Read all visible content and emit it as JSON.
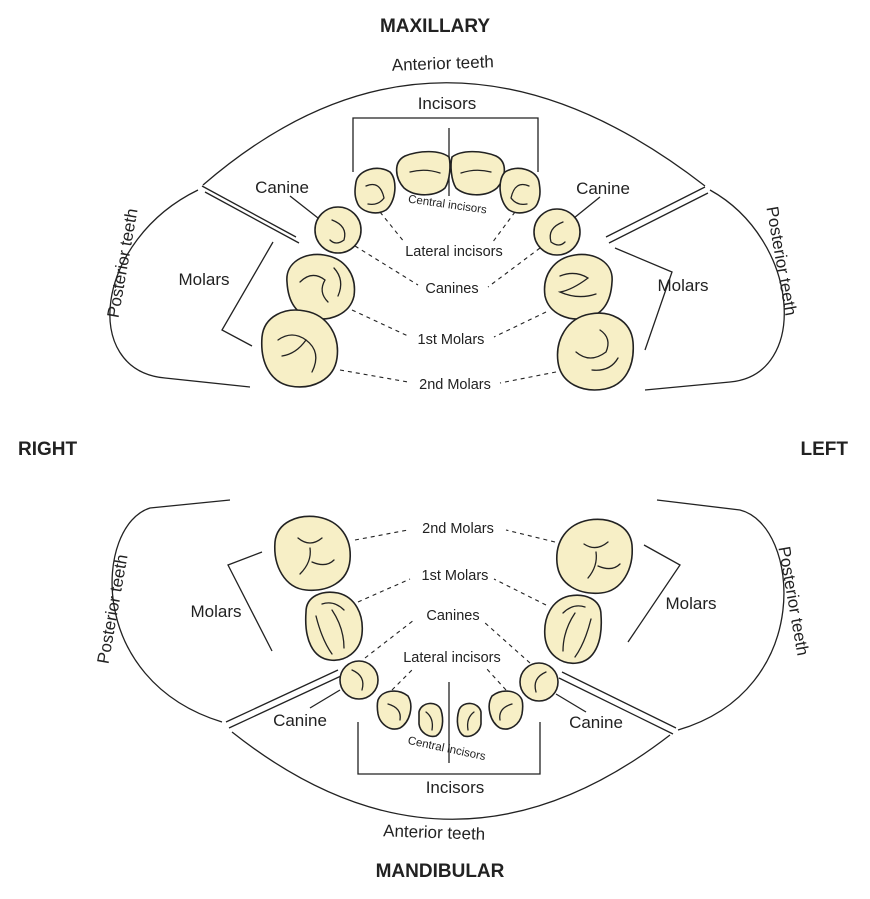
{
  "titles": {
    "top": "MAXILLARY",
    "bottom": "MANDIBULAR",
    "right_side": "RIGHT",
    "left_side": "LEFT"
  },
  "maxillary": {
    "anterior_teeth": "Anterior teeth",
    "incisors": "Incisors",
    "canine_right": "Canine",
    "canine_left": "Canine",
    "posterior_right": "Posterior teeth",
    "posterior_left": "Posterior teeth",
    "molars_right": "Molars",
    "molars_left": "Molars",
    "central_incisors": "Central incisors",
    "lateral_incisors": "Lateral incisors",
    "canines": "Canines",
    "first_molars": "1st Molars",
    "second_molars": "2nd Molars"
  },
  "mandibular": {
    "anterior_teeth": "Anterior teeth",
    "incisors": "Incisors",
    "canine_right": "Canine",
    "canine_left": "Canine",
    "posterior_right": "Posterior teeth",
    "posterior_left": "Posterior teeth",
    "molars_right": "Molars",
    "molars_left": "Molars",
    "central_incisors": "Central incisors",
    "lateral_incisors": "Lateral incisors",
    "canines": "Canines",
    "first_molars": "1st Molars",
    "second_molars": "2nd Molars"
  },
  "colors": {
    "tooth_fill": "#f7efc6",
    "stroke": "#222222"
  }
}
